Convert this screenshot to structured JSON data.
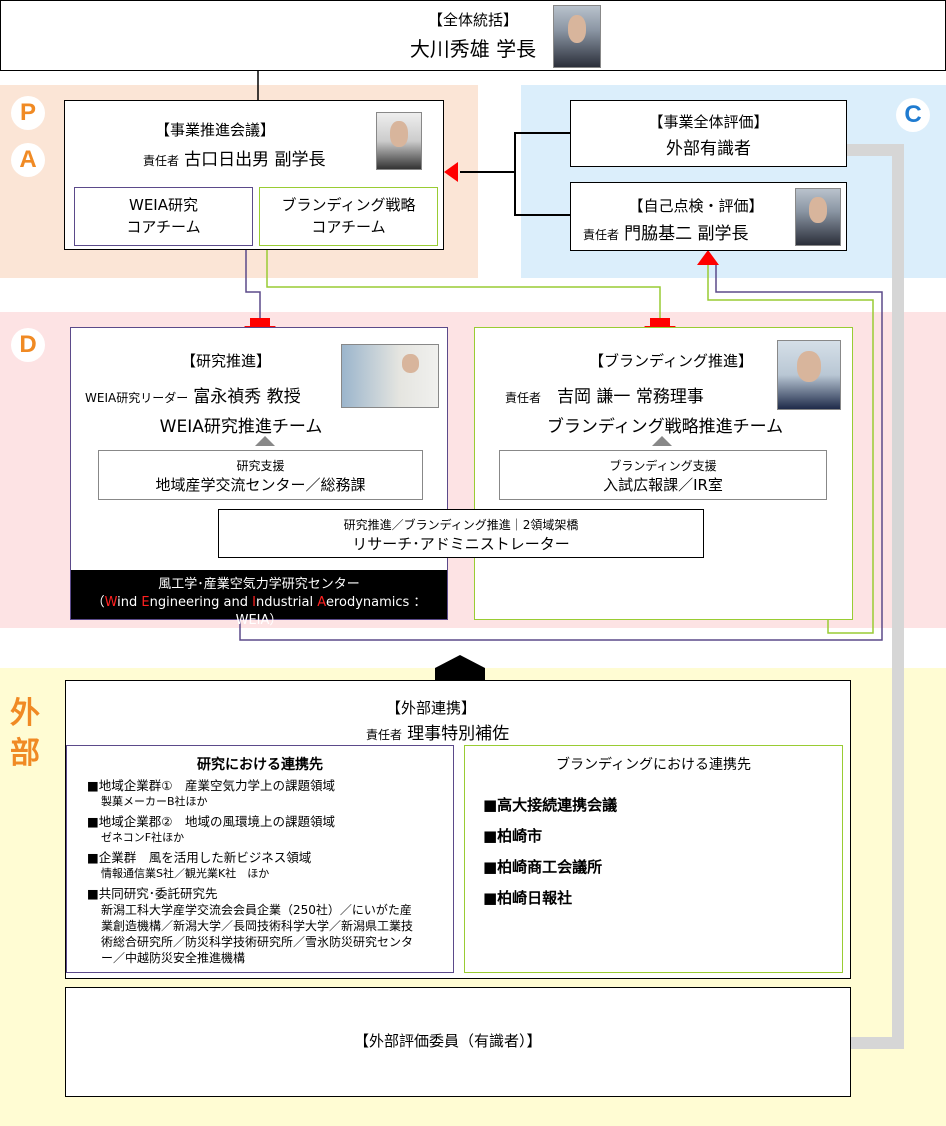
{
  "top": {
    "title": "【全体統括】",
    "name": "大川秀雄 学長"
  },
  "labels": {
    "p": "P",
    "a": "A",
    "c": "C",
    "d": "D",
    "gai": "外",
    "bu": "部"
  },
  "meeting": {
    "title": "【事業推進会議】",
    "role": "責任者",
    "name": "古口日出男 副学長",
    "weia_core": [
      "WEIA研究",
      "コアチーム"
    ],
    "brand_core": [
      "ブランディング戦略",
      "コアチーム"
    ]
  },
  "eval_all": {
    "title": "【事業全体評価】",
    "name": "外部有識者"
  },
  "self_eval": {
    "title": "【自己点検・評価】",
    "role": "責任者",
    "name": "門脇基二 副学長"
  },
  "research": {
    "title": "【研究推進】",
    "role": "WEIA研究リーダー",
    "name": "富永禎秀 教授",
    "team": "WEIA研究推進チーム",
    "support_title": "研究支援",
    "support": "地域産学交流センター／総務課",
    "center": "風工学･産業空気力学研究センター",
    "center_en_open": "（",
    "center_en": [
      {
        "c": "W",
        "r": true
      },
      {
        "c": "ind ",
        "r": false
      },
      {
        "c": "E",
        "r": true
      },
      {
        "c": "ngineering and ",
        "r": false
      },
      {
        "c": "I",
        "r": true
      },
      {
        "c": "ndustrial ",
        "r": false
      },
      {
        "c": "A",
        "r": true
      },
      {
        "c": "erodynamics ： WEIA）",
        "r": false
      }
    ]
  },
  "branding": {
    "title": "【ブランディング推進】",
    "role": "責任者",
    "name": "吉岡 謙一 常務理事",
    "team": "ブランディング戦略推進チーム",
    "support_title": "ブランディング支援",
    "support": "入試広報課／IR室"
  },
  "bridge": {
    "line1": "研究推進／ブランディング推進｜2領域架橋",
    "line2": "リサーチ･アドミニストレーター"
  },
  "external": {
    "title": "【外部連携】",
    "role": "責任者",
    "name": "理事特別補佐",
    "research_title": "研究における連携先",
    "research_items": [
      {
        "head": "■地域企業群①　産業空気力学上の課題領域",
        "sub": "製菓メーカーB社ほか"
      },
      {
        "head": "■地域企業郡②　地域の風環境上の課題領域",
        "sub": "ゼネコンF社ほか"
      },
      {
        "head": "■企業群　風を活用した新ビジネス領域",
        "sub": "情報通信業S社／観光業K社　ほか"
      },
      {
        "head": "■共同研究･委託研究先",
        "sub": "新潟工科大学産学交流会会員企業（250社）／にいがた産業創造機構／新潟大学／長岡技術科学大学／新潟県工業技術総合研究所／防災科学技術研究所／雪氷防災研究センター／中越防災安全推進機構"
      }
    ],
    "branding_title": "ブランディングにおける連携先",
    "branding_items": [
      "■高大接続連携会議",
      "■柏崎市",
      "■柏崎商工会議所",
      "■柏崎日報社"
    ]
  },
  "ext_eval": {
    "title": "【外部評価委員（有識者）】"
  },
  "colors": {
    "pa_band": "#fbe5d6",
    "c_band": "#dbeefb",
    "d_band": "#fde3e4",
    "ext_band": "#fffcd3",
    "purple": "#5b4a8a",
    "green": "#99cc33",
    "red": "#ff0000",
    "orange": "#f08a24",
    "blue": "#1f7bd0"
  }
}
